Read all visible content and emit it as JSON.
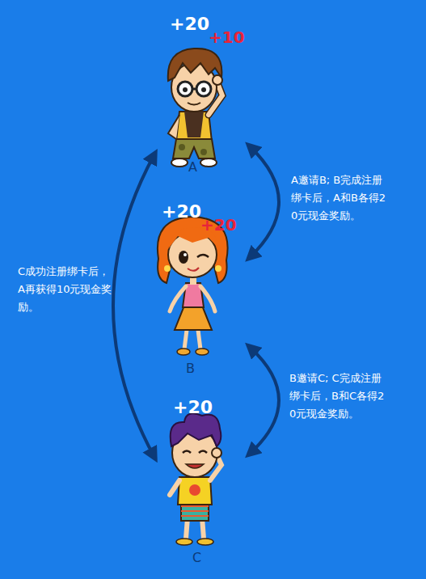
{
  "diagram": {
    "nodes": [
      {
        "text": [
          "+20",
          "+10",
          "A"
        ]
      },
      {
        "text": [
          "+20",
          "+20",
          "B"
        ]
      },
      {
        "text": [
          "+20",
          "C"
        ]
      }
    ],
    "edges": [
      {
        "from": 0,
        "to": 1,
        "arrow": "both",
        "label": "A邀请B; B完成注册绑卡后，A和B各得20元现金奖励。"
      },
      {
        "from": 1,
        "to": 2,
        "arrow": "both",
        "label": "B邀请C; C完成注册绑卡后，B和C各得20元现金奖励。"
      },
      {
        "from": 0,
        "to": 2,
        "arrow": "both",
        "label": "C成功注册绑卡后，A再获得10元现金奖励。"
      }
    ]
  }
}
